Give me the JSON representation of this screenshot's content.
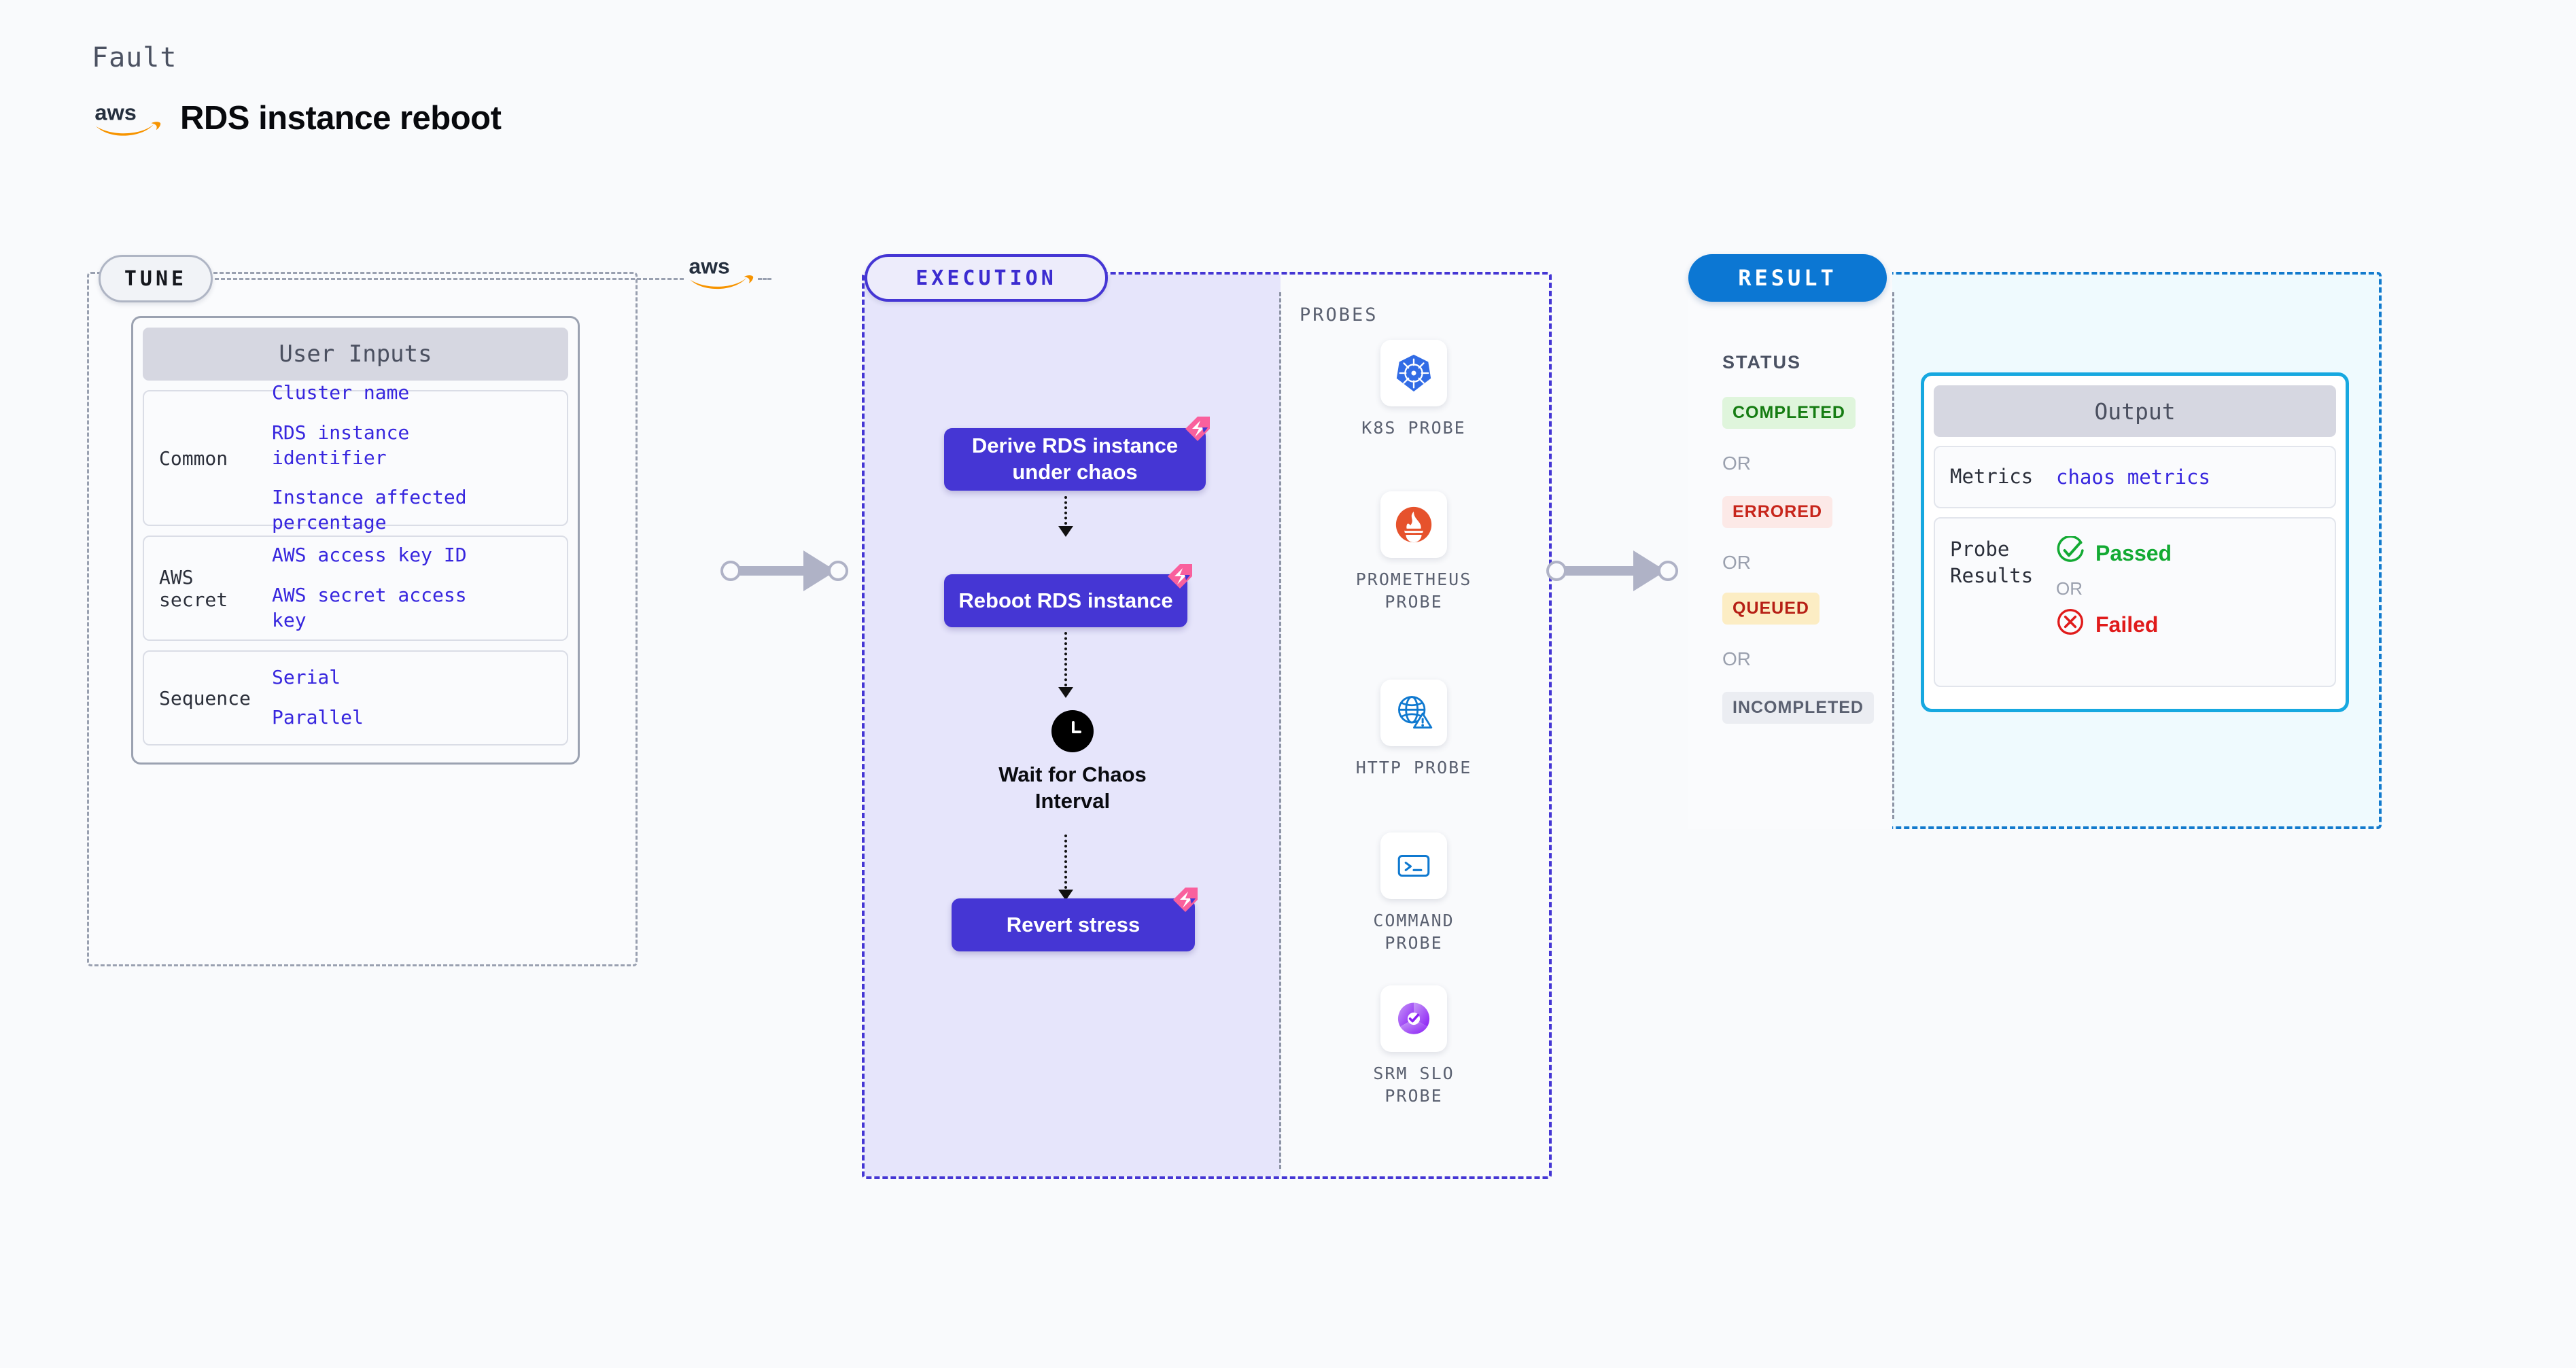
{
  "header": {
    "eyebrow": "Fault",
    "title": "RDS instance reboot",
    "brand_icon": "aws-logo-icon"
  },
  "colors": {
    "canvas": "#F9FAFC",
    "tune_border": "#99A0B0",
    "execution_accent": "#4536D4",
    "execution_bg": "#E6E5FB",
    "result_accent": "#127ACD",
    "result_bg": "#EFFAFE",
    "output_border": "#17A8E0",
    "mono_value": "#3726DE",
    "fault_badge": "#F9609D",
    "aws_orange": "#F79400"
  },
  "tune": {
    "badge": "TUNE",
    "side_icon": "aws-logo-icon",
    "user_inputs": {
      "title": "User Inputs",
      "groups": [
        {
          "label": "Common",
          "items": [
            "Cluster name",
            "RDS instance identifier",
            "Instance affected percentage"
          ]
        },
        {
          "label": "AWS secret",
          "items": [
            "AWS access key ID",
            "AWS secret access key"
          ]
        },
        {
          "label": "Sequence",
          "items": [
            "Serial",
            "Parallel"
          ]
        }
      ]
    }
  },
  "execution": {
    "badge": "EXECUTION",
    "steps": [
      {
        "label": "Derive RDS instance under chaos",
        "kind": "box",
        "fault_marker": true
      },
      {
        "label": "Reboot RDS instance",
        "kind": "box",
        "fault_marker": true
      },
      {
        "label": "Wait for Chaos Interval",
        "kind": "clock",
        "icon": "clock-icon",
        "fault_marker": false
      },
      {
        "label": "Revert stress",
        "kind": "box",
        "fault_marker": true
      }
    ],
    "probes_label": "PROBES",
    "probes": [
      {
        "name": "K8S PROBE",
        "icon": "kubernetes-icon"
      },
      {
        "name": "PROMETHEUS PROBE",
        "icon": "prometheus-icon"
      },
      {
        "name": "HTTP PROBE",
        "icon": "http-globe-icon"
      },
      {
        "name": "COMMAND PROBE",
        "icon": "terminal-icon"
      },
      {
        "name": "SRM SLO PROBE",
        "icon": "srm-slo-icon"
      }
    ]
  },
  "result": {
    "badge": "RESULT",
    "status_label": "STATUS",
    "or_text": "OR",
    "statuses": [
      {
        "label": "COMPLETED",
        "bg": "#DFF5DC",
        "fg": "#157C12"
      },
      {
        "label": "ERRORED",
        "bg": "#FCE9E7",
        "fg": "#C7251B"
      },
      {
        "label": "QUEUED",
        "bg": "#FCEDC4",
        "fg": "#B61F15"
      },
      {
        "label": "INCOMPLETED",
        "bg": "#EBEDF2",
        "fg": "#5A6070"
      }
    ],
    "output": {
      "title": "Output",
      "metrics_label": "Metrics",
      "metrics_value": "chaos metrics",
      "probe_results_label": "Probe Results",
      "passed": "Passed",
      "failed": "Failed",
      "or_text": "OR",
      "passed_icon": "check-circle-icon",
      "failed_icon": "x-circle-icon"
    }
  },
  "connectors": [
    {
      "name": "tune-to-execution"
    },
    {
      "name": "execution-to-result"
    }
  ]
}
